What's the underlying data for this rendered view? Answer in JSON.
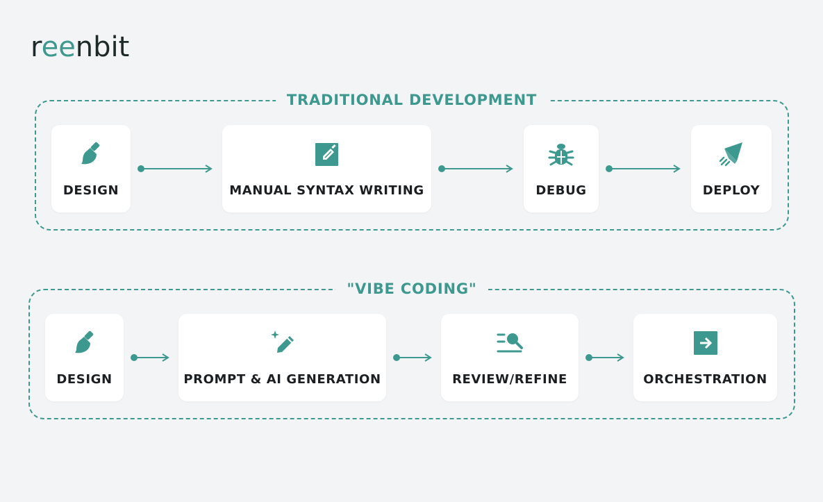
{
  "brand": {
    "prefix": "r",
    "accent": "ee",
    "suffix": "nbit"
  },
  "colors": {
    "accent": "#3d9990",
    "text": "#1c1f22",
    "background": "#f3f4f6",
    "card": "#ffffff"
  },
  "traditional": {
    "title": "TRADITIONAL DEVELOPMENT",
    "steps": [
      {
        "label": "DESIGN",
        "icon": "brush-icon"
      },
      {
        "label": "MANUAL SYNTAX WRITING",
        "icon": "edit-square-icon"
      },
      {
        "label": "DEBUG",
        "icon": "bug-icon"
      },
      {
        "label": "DEPLOY",
        "icon": "rocket-icon"
      }
    ]
  },
  "vibe": {
    "title": "\"VIBE CODING\"",
    "steps": [
      {
        "label": "DESIGN",
        "icon": "brush-icon"
      },
      {
        "label": "PROMPT & AI GENERATION",
        "icon": "magic-pencil-icon"
      },
      {
        "label": "REVIEW/REFINE",
        "icon": "search-list-icon"
      },
      {
        "label": "ORCHESTRATION",
        "icon": "arrow-square-icon"
      }
    ]
  }
}
